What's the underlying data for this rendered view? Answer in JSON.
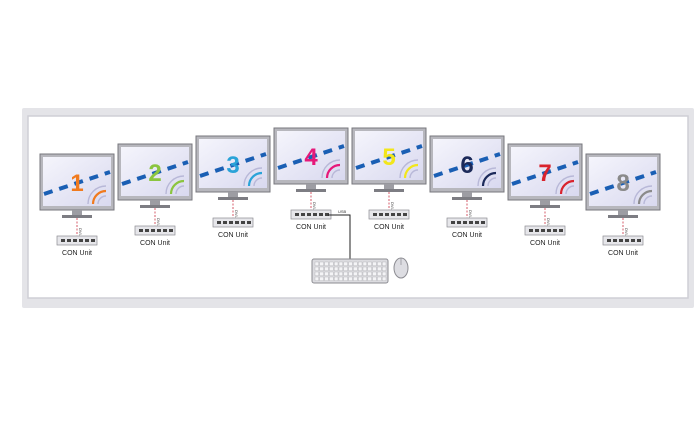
{
  "diagram": {
    "monitors": [
      {
        "number": "1",
        "color": "#f07a1e",
        "arc_color": "#f07a1e",
        "unit_label": "CON Unit"
      },
      {
        "number": "2",
        "color": "#8bc53f",
        "arc_color": "#8bc53f",
        "unit_label": "CON Unit"
      },
      {
        "number": "3",
        "color": "#2aa3d8",
        "arc_color": "#2aa3d8",
        "unit_label": "CON Unit"
      },
      {
        "number": "4",
        "color": "#e6197a",
        "arc_color": "#e6197a",
        "unit_label": "CON Unit"
      },
      {
        "number": "5",
        "color": "#f2e61b",
        "arc_color": "#f2e61b",
        "unit_label": "CON Unit"
      },
      {
        "number": "6",
        "color": "#1c2a5a",
        "arc_color": "#1c2a5a",
        "unit_label": "CON Unit"
      },
      {
        "number": "7",
        "color": "#d9232d",
        "arc_color": "#d9232d",
        "unit_label": "CON Unit"
      },
      {
        "number": "8",
        "color": "#8a8a8a",
        "arc_color": "#8a8a8a",
        "unit_label": "CON Unit"
      }
    ],
    "cable_label": "DVI-D",
    "usb_label": "USB",
    "colors": {
      "board": "#e9e9ed",
      "board_border": "#cfcfd6",
      "screen_bg": "#e8e8f6",
      "bezel": "#b7b7bd",
      "dash": "#1a5fb4",
      "cable": "#cc3344"
    }
  }
}
